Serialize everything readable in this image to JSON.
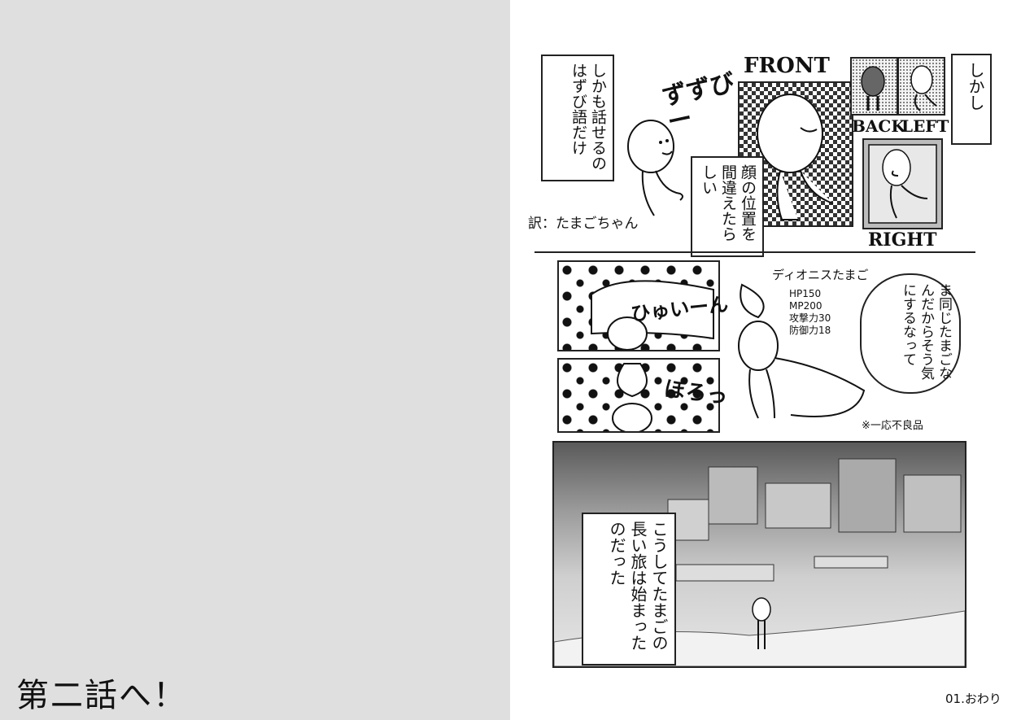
{
  "left_page": {
    "next_episode": "第二話へ！"
  },
  "top_panel": {
    "caption_1": "しかも話せるのはずび語だけ",
    "sfx_zubi": "ずずびー",
    "translation_note": "訳：たまごちゃん",
    "view_labels": {
      "front": "FRONT",
      "back": "BACK",
      "left": "LEFT",
      "right": "RIGHT"
    },
    "caption_2": "しかし",
    "caption_3": "顔の位置を間違えたらしい"
  },
  "middle_panel": {
    "sfx_hyuin": "ひゅいーん",
    "sfx_pon": "ぽろっ",
    "character_name": "ディオニスたまご",
    "stats": [
      "HP150",
      "MP200",
      "攻撃力30",
      "防御力18"
    ],
    "speech": "ま同じたまごなんだからそう気にするなって",
    "footnote": "※一応不良品"
  },
  "bottom_panel": {
    "caption": "こうしてたまごの長い旅は始まったのだった"
  },
  "page_end": "01.おわり"
}
